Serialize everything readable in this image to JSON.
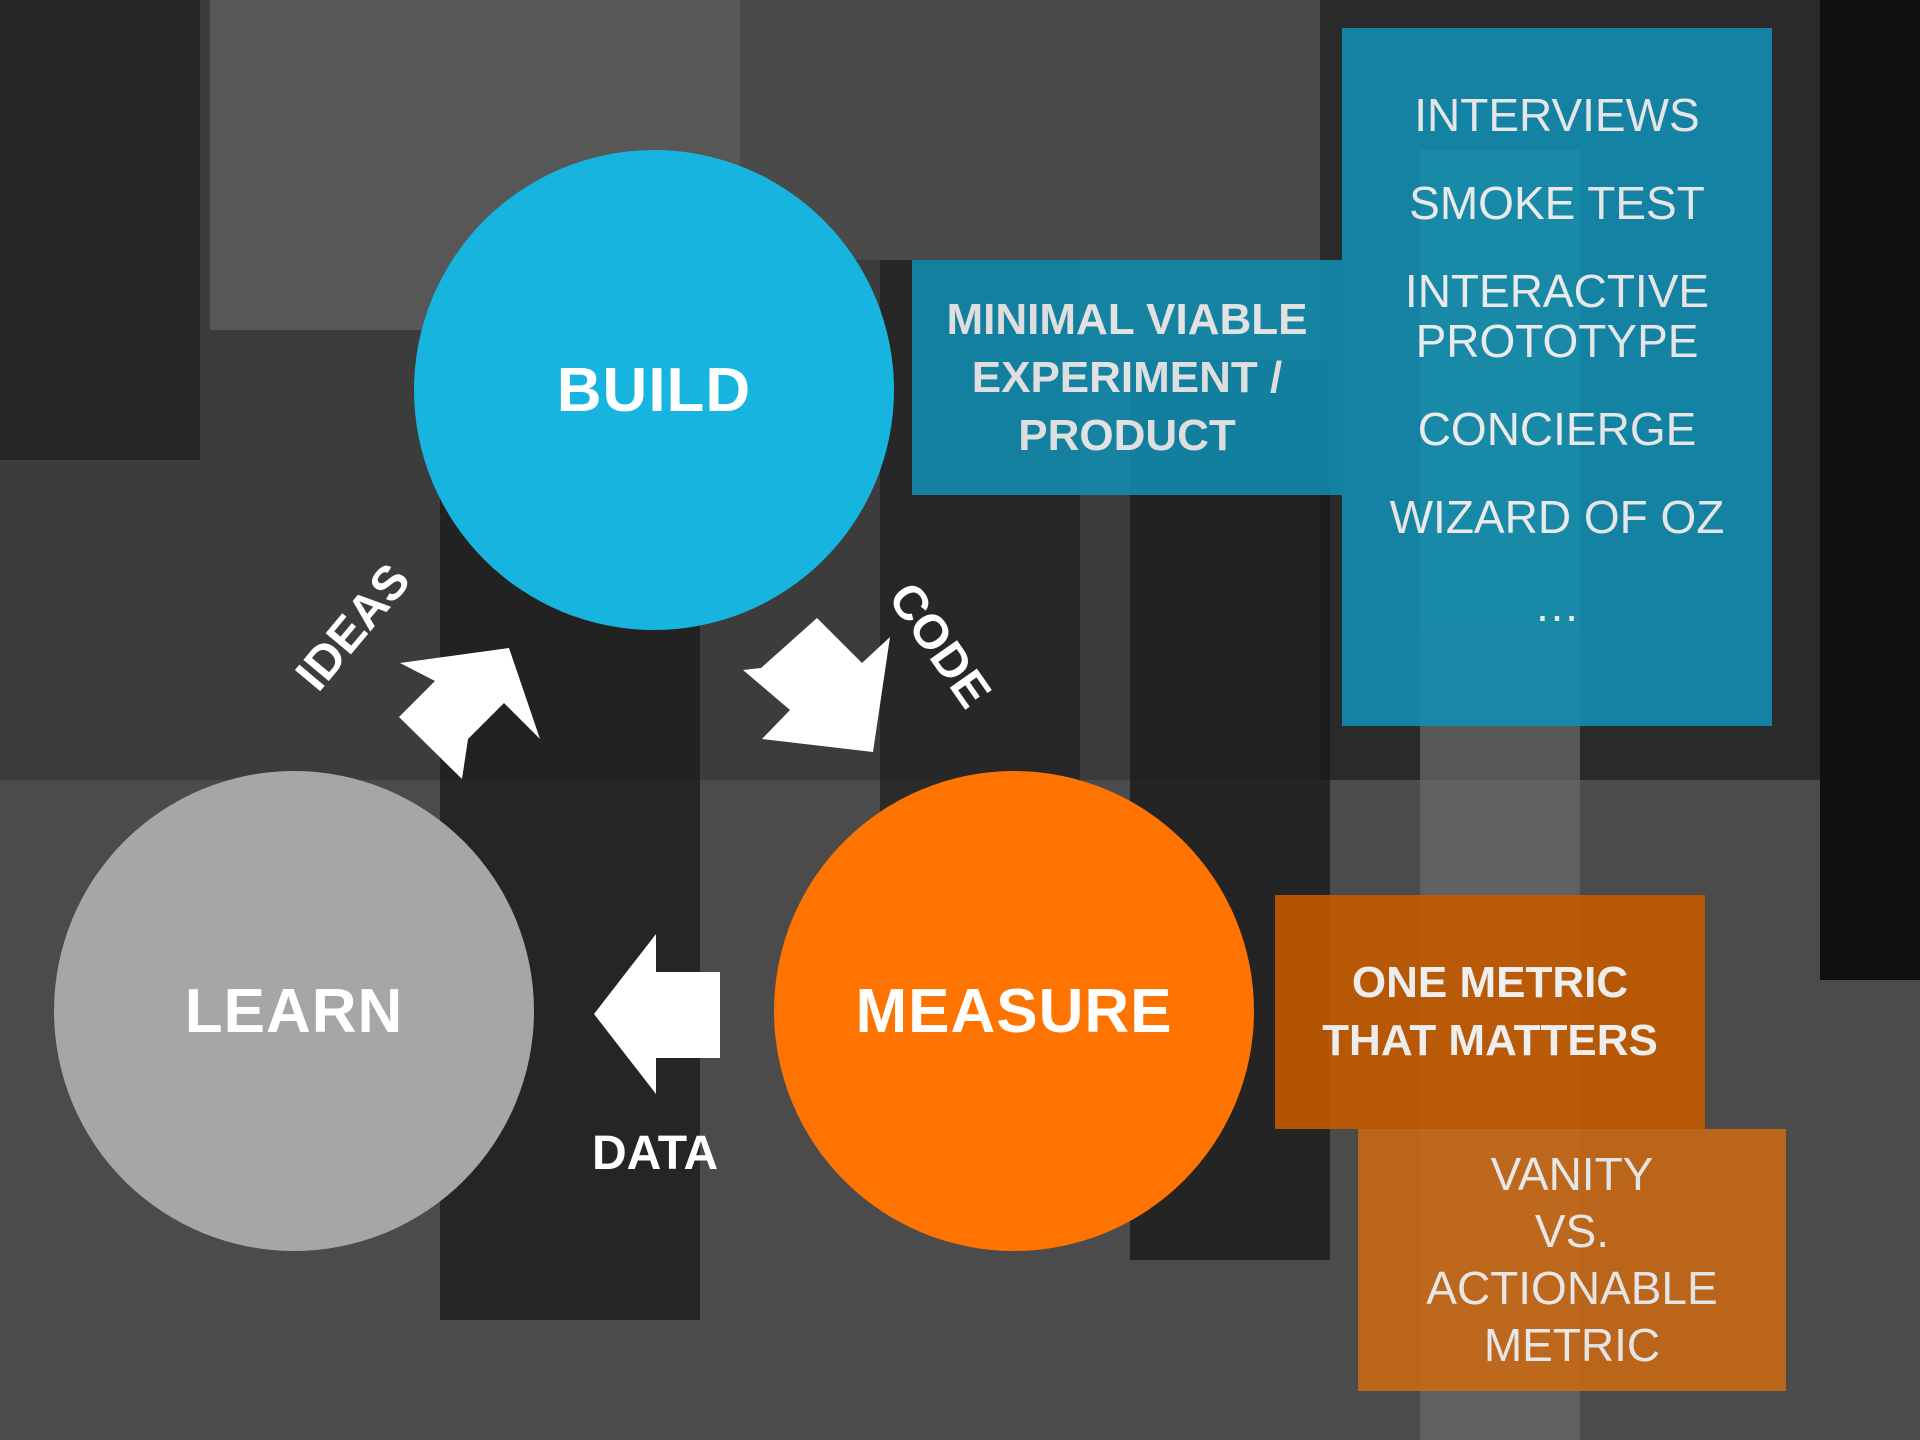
{
  "colors": {
    "build": "#16b4de",
    "learn": "#a6a6a6",
    "measure": "#ff7300",
    "panel_blue": "#1190b4",
    "panel_orange": "#c35a00",
    "panel_orange_light": "#cf6a12",
    "arrow": "#ffffff"
  },
  "cycle": {
    "build": "BUILD",
    "learn": "LEARN",
    "measure": "MEASURE"
  },
  "arrows": {
    "ideas": "IDEAS",
    "code": "CODE",
    "data": "DATA"
  },
  "build_panel": {
    "title": "MINIMAL VIABLE\nEXPERIMENT /\nPRODUCT",
    "methods": [
      "INTERVIEWS",
      "SMOKE TEST",
      "INTERACTIVE\nPROTOTYPE",
      "CONCIERGE",
      "WIZARD OF OZ",
      "…"
    ]
  },
  "measure_panel": {
    "title": "ONE METRIC\nTHAT MATTERS",
    "note": "VANITY\nVS.\nACTIONABLE\nMETRIC"
  }
}
